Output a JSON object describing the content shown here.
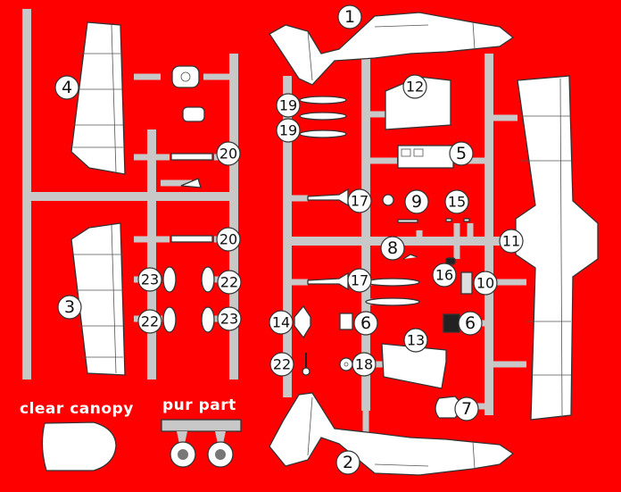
{
  "background_color": "#ff0000",
  "sprue_color": "#c8c8c8",
  "labels": {
    "clear_canopy": "clear canopy",
    "pur_part": "pur part"
  },
  "part_numbers": [
    "1",
    "2",
    "3",
    "4",
    "5",
    "6",
    "6",
    "7",
    "8",
    "9",
    "10",
    "11",
    "12",
    "13",
    "14",
    "15",
    "16",
    "17",
    "17",
    "18",
    "19",
    "19",
    "20",
    "20",
    "22",
    "22",
    "22",
    "23",
    "23"
  ]
}
